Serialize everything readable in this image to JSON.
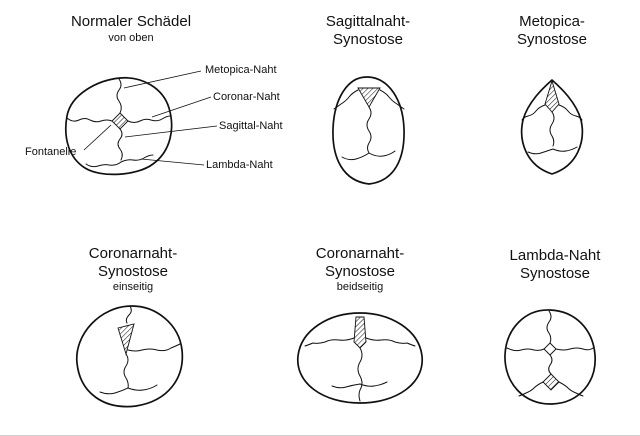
{
  "page": {
    "background": "#ffffff",
    "line_color": "#111111",
    "hatch_color": "#222222"
  },
  "panels": {
    "normal": {
      "title": "Normaler Schädel",
      "subtitle": "von oben",
      "labels": {
        "metopica": "Metopica-Naht",
        "coronar": "Coronar-Naht",
        "sagittal": "Sagittal-Naht",
        "lambda": "Lambda-Naht",
        "fontanelle": "Fontanelle"
      }
    },
    "sagittal": {
      "title_line1": "Sagittalnaht-",
      "title_line2": "Synostose"
    },
    "metopica": {
      "title_line1": "Metopica-",
      "title_line2": "Synostose"
    },
    "coronal_unilateral": {
      "title_line1": "Coronarnaht-",
      "title_line2": "Synostose",
      "subtitle": "einseitig"
    },
    "coronal_bilateral": {
      "title_line1": "Coronarnaht-",
      "title_line2": "Synostose",
      "subtitle": "beidseitig"
    },
    "lambda": {
      "title_line1": "Lambda-Naht",
      "title_line2": "Synostose"
    }
  }
}
